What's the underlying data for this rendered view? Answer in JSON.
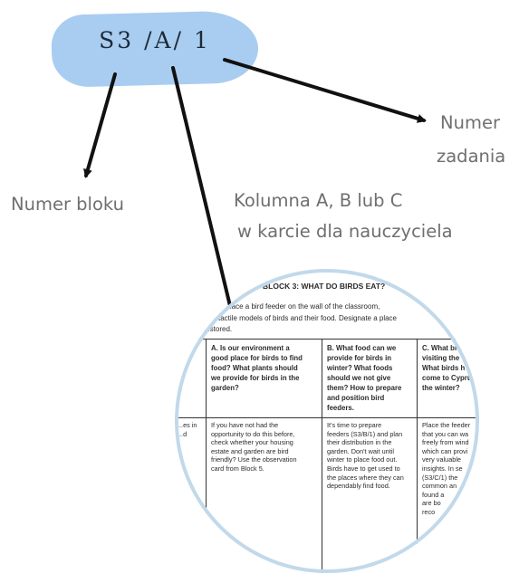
{
  "code_label": "S3 /A/ 1",
  "annotations": {
    "numer_bloku": "Numer bloku",
    "kolumna_line1": "Kolumna A, B lub C",
    "kolumna_line2": "w karcie dla nauczyciela",
    "numer_zadania_line1": "Numer",
    "numer_zadania_line2": "zadania"
  },
  "document": {
    "title": "BLOCK 3: WHAT DO BIRDS EAT?",
    "intro_lines": [
      "...that: place a bird feeder on the wall of the classroom,",
      "...or tactile models of birds and their food. Designate a place",
      "...stored."
    ],
    "columns": [
      {
        "header_lines": [
          "A. Is our environment a",
          "good place for birds to find",
          "food? What plants should",
          "we provide for birds in the",
          "garden?"
        ],
        "body_lines": [
          "If you have not had the",
          "opportunity to do this before,",
          "check whether your housing",
          "estate and garden are bird",
          "friendly? Use the observation",
          "card from Block 5."
        ]
      },
      {
        "header_lines": [
          "B. What food can we",
          "provide for birds in",
          "winter? What foods",
          "should we not give",
          "them? How to prepare",
          "and position bird",
          "feeders."
        ],
        "body_lines": [
          "It's time to prepare",
          "feeders (S3/B/1) and plan",
          "their distribution in the",
          "garden. Don't wait until",
          "winter to place food out.",
          "Birds have to get used to",
          "the places where they can",
          "dependably find food."
        ]
      },
      {
        "header_lines": [
          "C. What bi",
          "visiting the",
          "What birds h",
          "come to Cypru",
          "the winter?"
        ],
        "body_lines": [
          "Place the feeder",
          "that you can wa",
          "freely from wind",
          "which can provi",
          "very valuable",
          "insights. In se",
          "(S3/C/1) the",
          "common an",
          "found a",
          "are bo",
          "reco"
        ]
      }
    ],
    "left_fragment": [
      "...es in",
      "...d"
    ]
  }
}
